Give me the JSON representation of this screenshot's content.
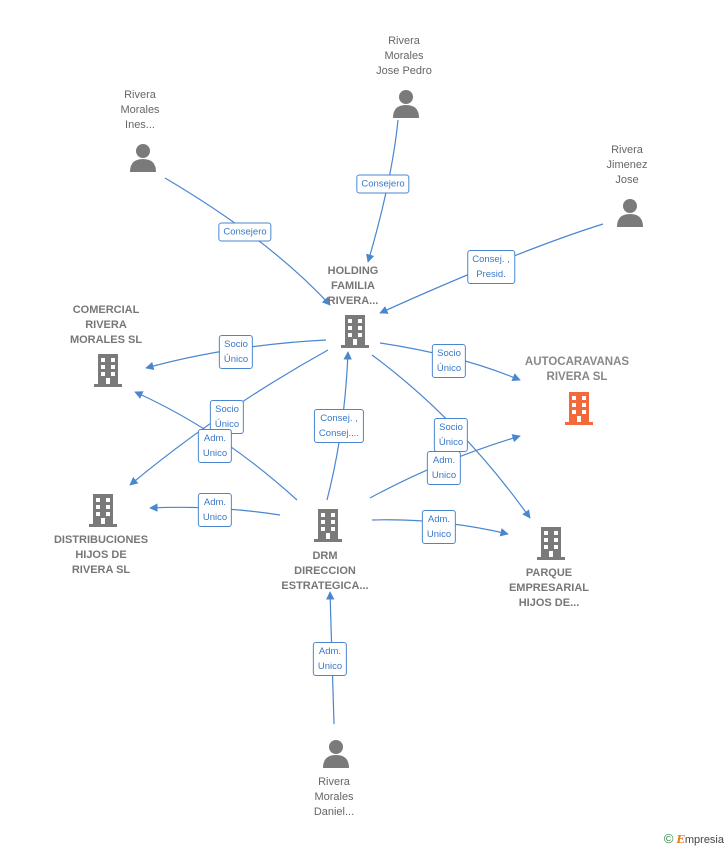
{
  "nodes": {
    "persons": {
      "jose_pedro": "Rivera\nMorales\nJose Pedro",
      "ines": "Rivera\nMorales\nInes...",
      "jimenez": "Rivera\nJimenez\nJose",
      "daniel": "Rivera\nMorales\nDaniel..."
    },
    "companies": {
      "holding": "HOLDING\nFAMILIA\nRIVERA...",
      "comercial": "COMERCIAL\nRIVERA\nMORALES  SL",
      "autocaravanas": "AUTOCARAVANAS\nRIVERA  SL",
      "distribuciones": "DISTRIBUCIONES\nHIJOS DE\nRIVERA SL",
      "drm": "DRM\nDIRECCION\nESTRATEGICA...",
      "parque": "PARQUE\nEMPRESARIAL\nHIJOS DE..."
    }
  },
  "edges": [
    {
      "key": "e1",
      "label": "Consejero"
    },
    {
      "key": "e2",
      "label": "Consejero"
    },
    {
      "key": "e3",
      "label": "Consej. ,\nPresid."
    },
    {
      "key": "e4",
      "label": "Socio\nÚnico"
    },
    {
      "key": "e5",
      "label": "Socio\nÚnico"
    },
    {
      "key": "e6",
      "label": "Socio\nÚnico"
    },
    {
      "key": "e7",
      "label": "Adm.\nUnico"
    },
    {
      "key": "e8",
      "label": "Consej. ,\nConsej...."
    },
    {
      "key": "e9",
      "label": "Socio\nÚnico"
    },
    {
      "key": "e10",
      "label": "Adm.\nUnico"
    },
    {
      "key": "e11",
      "label": "Adm.\nUnico"
    },
    {
      "key": "e12",
      "label": "Adm.\nUnico"
    },
    {
      "key": "e13",
      "label": "Adm.\nUnico"
    }
  ],
  "colors": {
    "edge": "#4a86d0",
    "icon": "#7a7a7a",
    "focus_icon": "#f26a3c"
  },
  "brand": {
    "copyright": "©",
    "name_initial": "E",
    "name_rest": "mpresia"
  }
}
